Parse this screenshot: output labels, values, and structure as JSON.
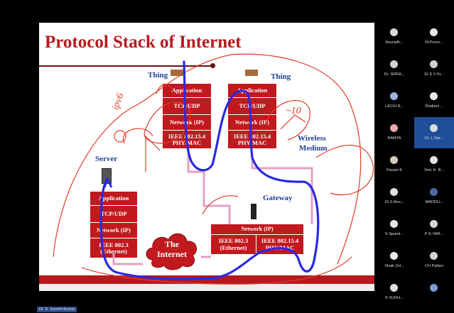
{
  "slide": {
    "title": "Protocol Stack of Internet",
    "thing_left_label": "Thing",
    "thing_right_label": "Thing",
    "server_label": "Server",
    "gateway_label": "Gateway",
    "wireless_label_line1": "Wireless",
    "wireless_label_line2": "Medium",
    "thing_left_stack": [
      "Application",
      "TCP/UDP",
      "Network (IP)",
      "IEEE 802.15.4 PHY/MAC"
    ],
    "thing_right_stack": [
      "Application",
      "TCP/UDP",
      "Network (IP)",
      "IEEE 802.15.4 PHY/MAC"
    ],
    "server_stack": [
      "Application",
      "TCP/UDP",
      "Network (IP)",
      "IEEE 802.3 (Ethernet)"
    ],
    "gateway_network": "Network (IP)",
    "gateway_left_cell": "IEEE 802.3 (Ethernet)",
    "gateway_right_cell": "IEEE 802.15.4 PHY/MAC",
    "cloud_label_line1": "The",
    "cloud_label_line2": "Internet",
    "annotation_ipv6": "ipv6",
    "annotation_10": "~10",
    "colors": {
      "stack_red": "#c0191e",
      "title_red": "#b51a1f",
      "label_blue": "#1f3f96",
      "ink_blue": "#2a2ae0",
      "ink_red": "#e23b2a"
    }
  },
  "participants": [
    {
      "name": "Anuradh...",
      "color": "#d9d9d9"
    },
    {
      "name": "M.Poorn...",
      "color": "#e8e8e8"
    },
    {
      "name": "Dr. SRRA...",
      "color": "#d0d0d0"
    },
    {
      "name": "Dr E V Ki...",
      "color": "#d0d0d0"
    },
    {
      "name": "LACHI R...",
      "color": "#9bb3d9"
    },
    {
      "name": "Shakeel ...",
      "color": "#e8e8e8"
    },
    {
      "name": "RAMYA",
      "color": "#e6a8a8"
    },
    {
      "name": "Dr. L.Sar...",
      "color": "#dcdcdc"
    },
    {
      "name": "Pavani K",
      "color": "#d8c9b8"
    },
    {
      "name": "Smt. K. B...",
      "color": "#e2e2e2"
    },
    {
      "name": "Dr.S.Anu...",
      "color": "#e0e0e0"
    },
    {
      "name": "MADDU...",
      "color": "#4a6aa8"
    },
    {
      "name": "K.Spand...",
      "color": "#e4e4e4"
    },
    {
      "name": "P G VAR...",
      "color": "#d5d5d5"
    },
    {
      "name": "Shaik Zel...",
      "color": "#e9e9e9"
    },
    {
      "name": "CH Pallavi",
      "color": "#d2d2d2"
    },
    {
      "name": "K SUDH...",
      "color": "#e0e0e0"
    },
    {
      "name": "",
      "color": "#7a9bd0"
    }
  ],
  "active_participant": "Dr. L.Sar...",
  "presenter_tag": "Dr. S. Suresh Kumar"
}
